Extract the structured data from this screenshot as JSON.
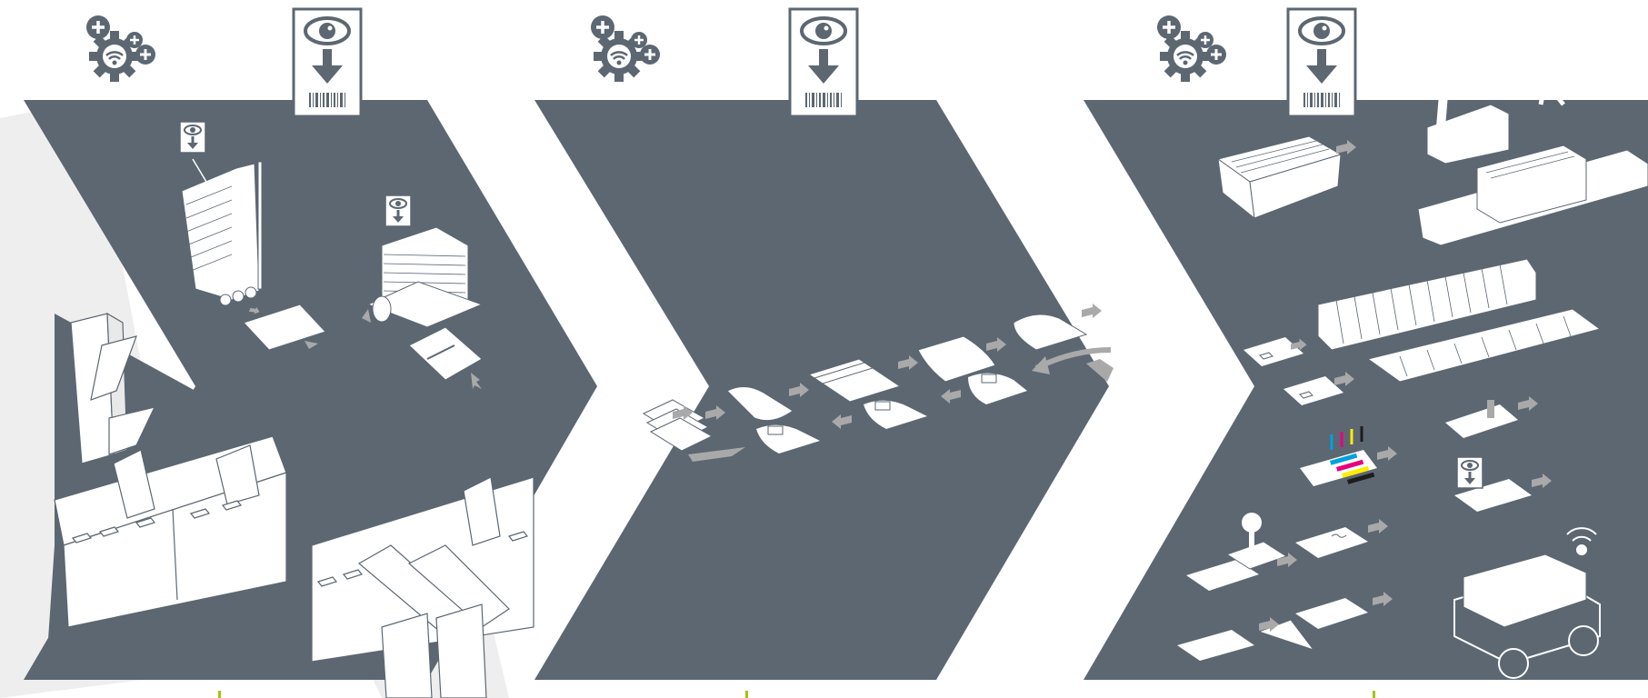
{
  "colors": {
    "panel": "#5c6772",
    "line_art": "#ffffff",
    "arrow_gray": "#a9a9a9",
    "accent_lime": "#a4c40a",
    "backdrop_gray": "#eeeeee"
  },
  "stages": [
    {
      "id": "stage-1",
      "top_icons": [
        "settings-gear-plus-icon",
        "scan-barcode-icon"
      ],
      "illustrations": [
        "paper-stack-feeder",
        "pallet-cart-feeder",
        "folding-inserter-machine",
        "inserter-production-line"
      ]
    },
    {
      "id": "stage-2",
      "top_icons": [
        "settings-gear-plus-icon",
        "scan-barcode-icon"
      ],
      "illustrations": [
        "envelope-loop-flow"
      ]
    },
    {
      "id": "stage-3",
      "top_icons": [
        "settings-gear-plus-icon",
        "scan-barcode-icon"
      ],
      "illustrations": [
        "tray-sorting",
        "robot-arm-conveyor",
        "envelope-rack",
        "color-printing",
        "stamp-franking",
        "verification-scan",
        "rfid-trolley"
      ]
    }
  ]
}
